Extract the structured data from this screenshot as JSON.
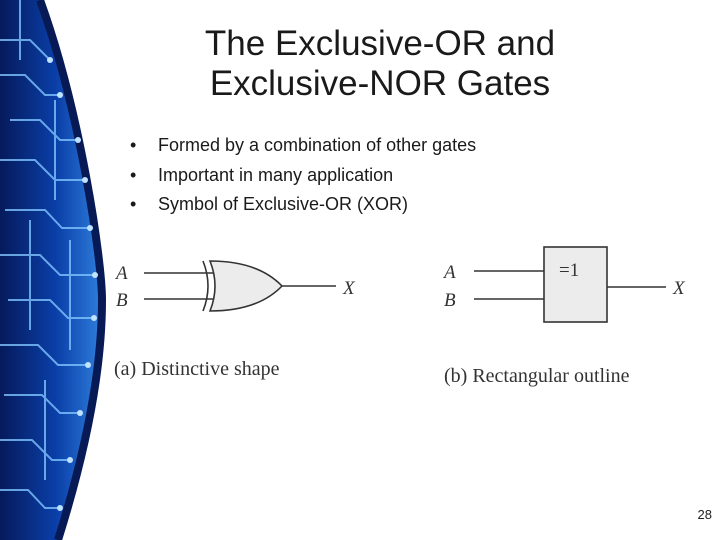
{
  "slide": {
    "title_lines": [
      "The Exclusive-OR and",
      "Exclusive-NOR Gates"
    ],
    "bullets": [
      "Formed by a combination of other gates",
      "Important in many application",
      "Symbol of Exclusive-OR (XOR)"
    ],
    "page_number": "28"
  },
  "figure_a": {
    "input_a": "A",
    "input_b": "B",
    "output": "X",
    "caption": "(a) Distinctive shape"
  },
  "figure_b": {
    "input_a": "A",
    "input_b": "B",
    "output": "X",
    "gate_label": "=1",
    "caption": "(b) Rectangular outline"
  },
  "theme": {
    "band_dark": "#061a5c",
    "band_mid": "#0a3fa8",
    "band_light": "#3c8fe6",
    "circuit_lines": "#7fc4ff"
  }
}
